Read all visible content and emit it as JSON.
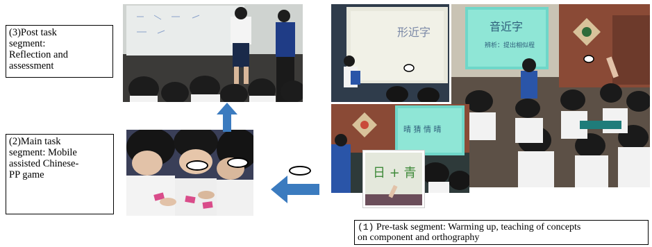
{
  "labels": {
    "post": [
      "(3)Post task",
      "segment:",
      "Reflection and",
      "assessment"
    ],
    "main": [
      "(2)Main task",
      "segment: Mobile",
      "assisted Chinese-",
      "PP game"
    ],
    "pre": {
      "number": "(1)",
      "line1": " Pre-task segment: Warming up, teaching of concepts",
      "line2": "on component and orthography"
    }
  },
  "slides": {
    "slide1_text": "形近字",
    "slide2_title": "音近字",
    "slide2_sub": "辨析：提出相似程",
    "slide3_text": "晴 猜 情 晴",
    "slide4_text": "日 + 青"
  },
  "colors": {
    "arrow": "#3b7bbf",
    "photo_dark": "#2e3440",
    "uniform": "#ffffff",
    "slide_teal": "#8fe6d6",
    "slide_light": "#e8e8d8"
  },
  "icons": {
    "up_arrow": "arrow-up-icon",
    "left_arrow": "arrow-left-icon"
  }
}
